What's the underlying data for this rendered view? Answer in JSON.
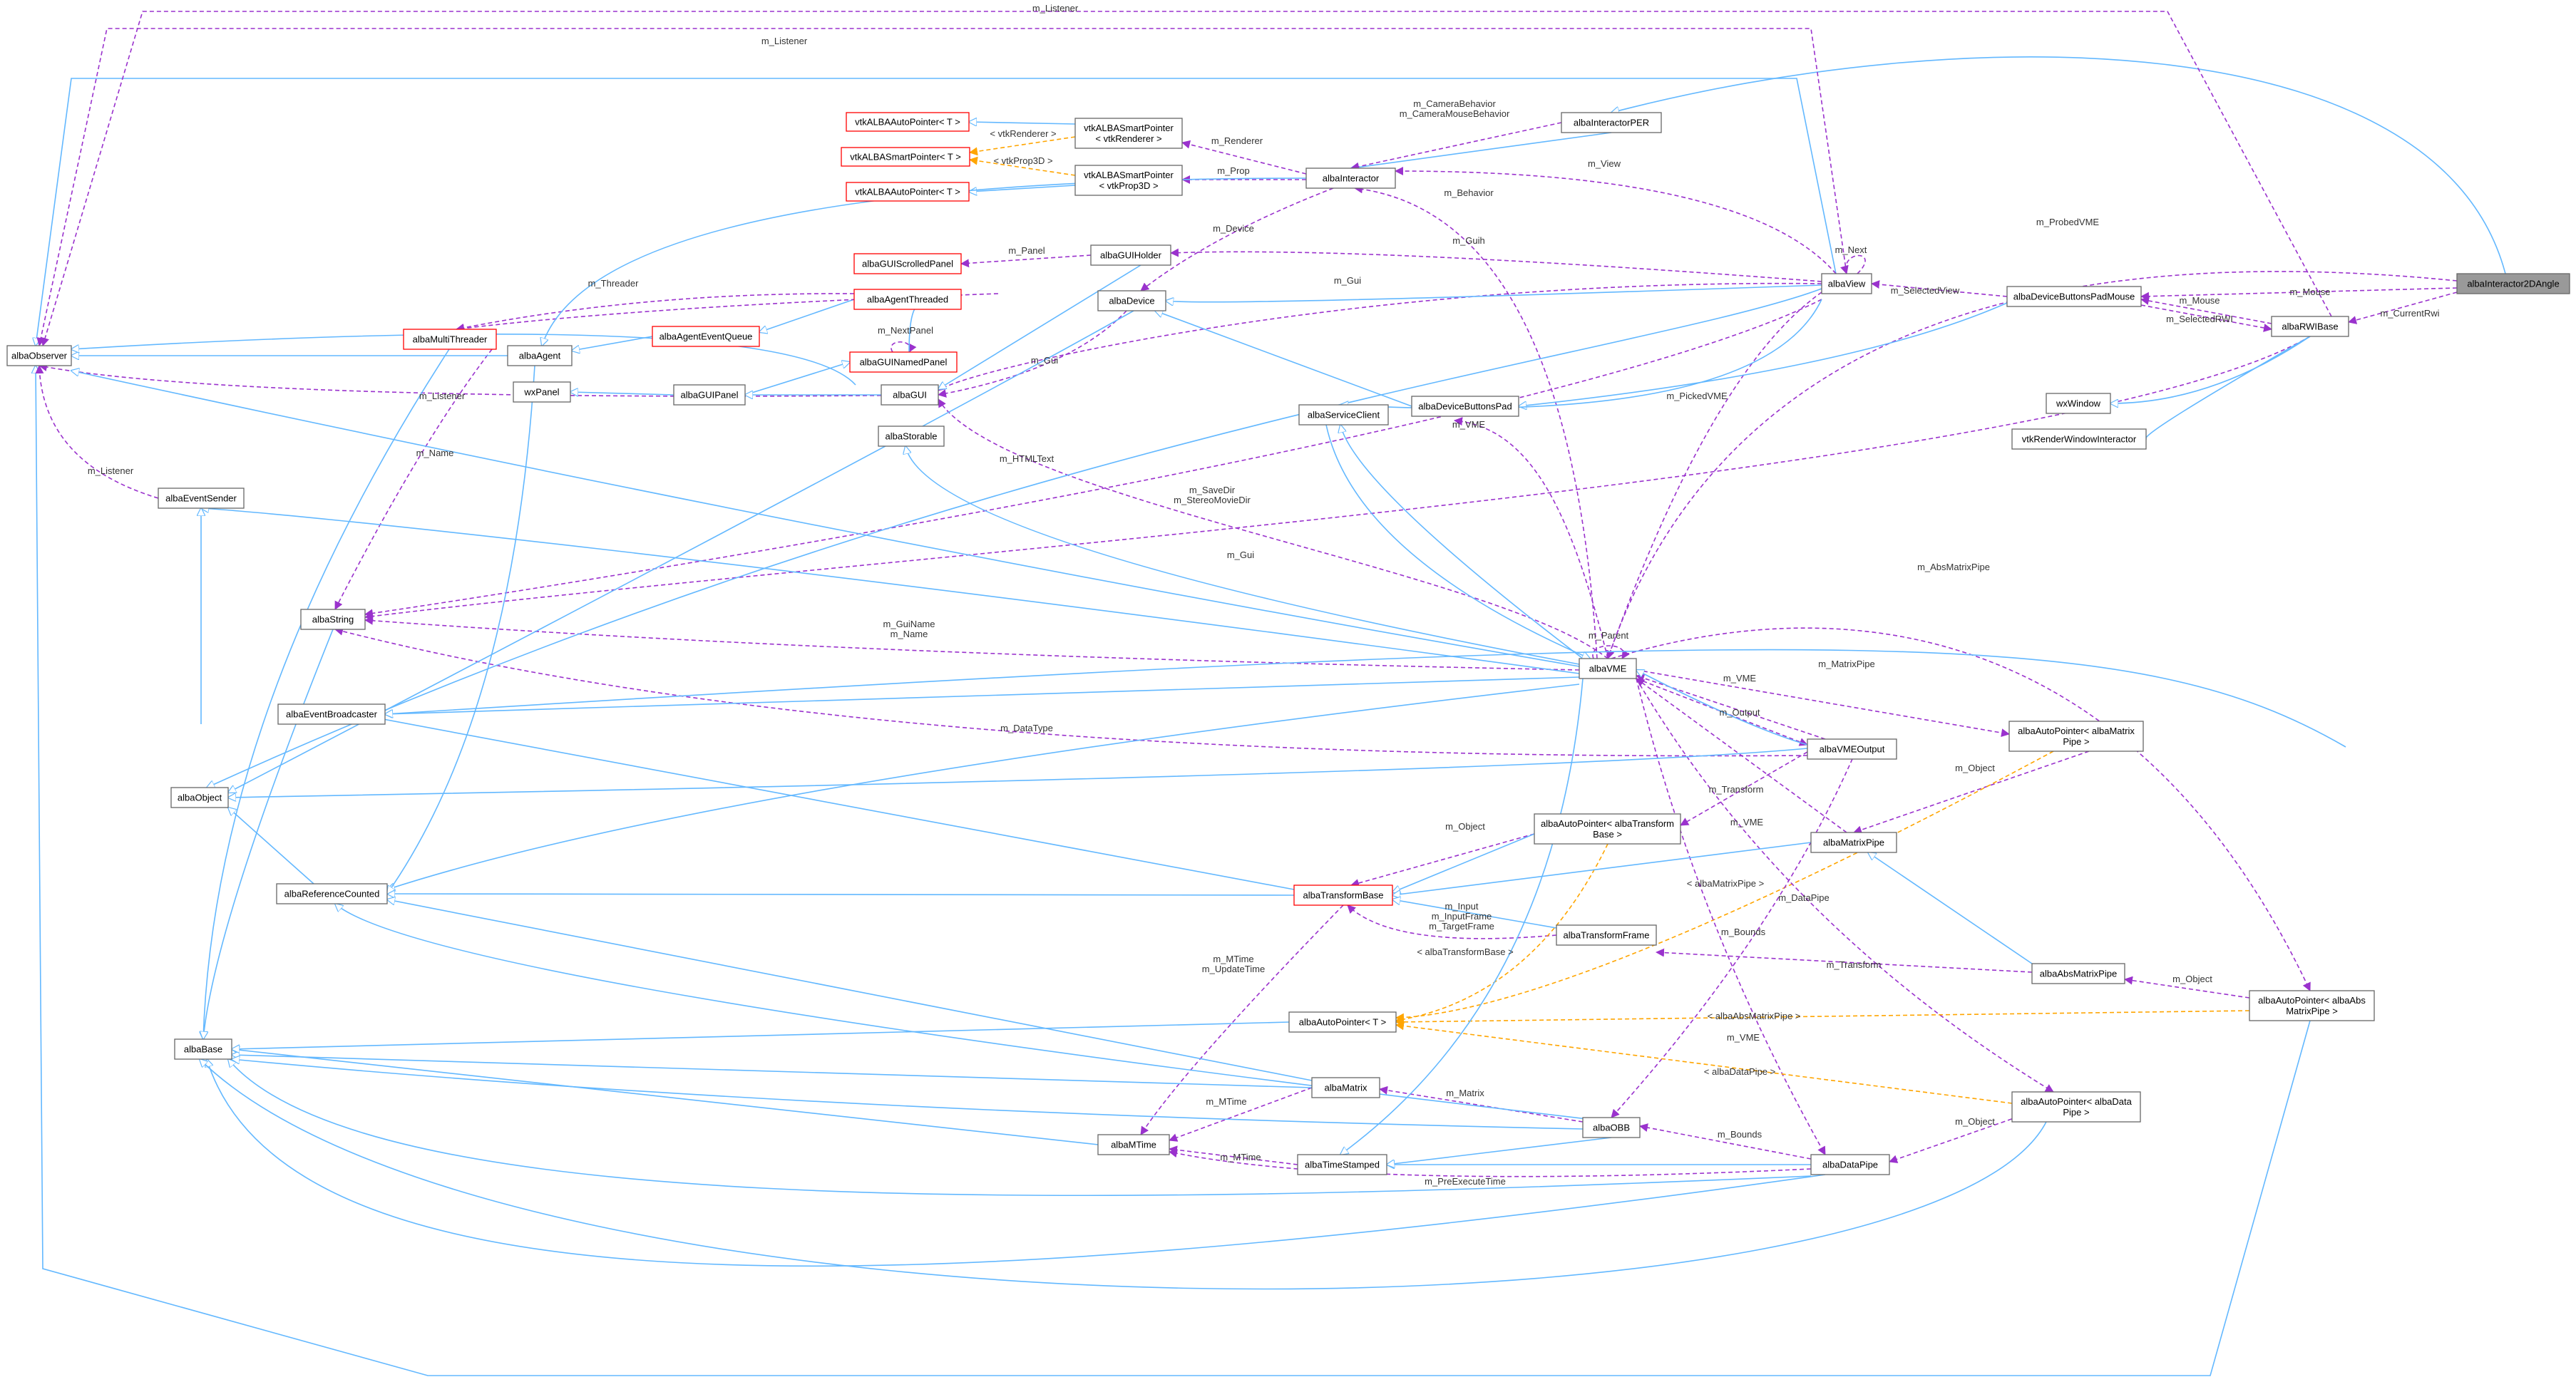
{
  "diagram": {
    "colors": {
      "inheritance": "#63b8ff",
      "usage": "#9a32cd",
      "template": "#ffa500",
      "focus_fill": "#999999",
      "incomplete_border": "#ff0000",
      "border": "#666666"
    },
    "nodes": [
      {
        "id": "albaObserver",
        "lines": [
          "albaObserver"
        ]
      },
      {
        "id": "vtkAutoT1",
        "lines": [
          "vtkALBAAutoPointer< T >"
        ],
        "incomplete": true
      },
      {
        "id": "vtkSmartT",
        "lines": [
          "vtkALBASmartPointer< T >"
        ],
        "incomplete": true
      },
      {
        "id": "vtkAutoT2",
        "lines": [
          "vtkALBAAutoPointer< T >"
        ],
        "incomplete": true
      },
      {
        "id": "vtkSmartRen",
        "lines": [
          "vtkALBASmartPointer",
          "< vtkRenderer >"
        ]
      },
      {
        "id": "vtkSmartProp",
        "lines": [
          "vtkALBASmartPointer",
          "< vtkProp3D >"
        ]
      },
      {
        "id": "albaInteractorPER",
        "lines": [
          "albaInteractorPER"
        ]
      },
      {
        "id": "albaInteractor",
        "lines": [
          "albaInteractor"
        ]
      },
      {
        "id": "albaGUIScrolledPanel",
        "lines": [
          "albaGUIScrolledPanel"
        ],
        "incomplete": true
      },
      {
        "id": "albaGUIHolder",
        "lines": [
          "albaGUIHolder"
        ]
      },
      {
        "id": "albaAgentThreaded",
        "lines": [
          "albaAgentThreaded"
        ],
        "incomplete": true
      },
      {
        "id": "albaView",
        "lines": [
          "albaView"
        ]
      },
      {
        "id": "albaInteractor2DAngle",
        "lines": [
          "albaInteractor2DAngle"
        ],
        "focus": true
      },
      {
        "id": "albaAgentEventQueue",
        "lines": [
          "albaAgentEventQueue"
        ],
        "incomplete": true
      },
      {
        "id": "albaDevice",
        "lines": [
          "albaDevice"
        ]
      },
      {
        "id": "albaDeviceButtonsPadMouse",
        "lines": [
          "albaDeviceButtonsPadMouse"
        ]
      },
      {
        "id": "albaMultiThreader",
        "lines": [
          "albaMultiThreader"
        ],
        "incomplete": true
      },
      {
        "id": "albaAgent",
        "lines": [
          "albaAgent"
        ]
      },
      {
        "id": "albaGUINamedPanel",
        "lines": [
          "albaGUINamedPanel"
        ],
        "incomplete": true
      },
      {
        "id": "albaRWIBase",
        "lines": [
          "albaRWIBase"
        ]
      },
      {
        "id": "wxPanel",
        "lines": [
          "wxPanel"
        ]
      },
      {
        "id": "albaGUIPanel",
        "lines": [
          "albaGUIPanel"
        ]
      },
      {
        "id": "albaGUI",
        "lines": [
          "albaGUI"
        ]
      },
      {
        "id": "albaDeviceButtonsPad",
        "lines": [
          "albaDeviceButtonsPad"
        ]
      },
      {
        "id": "wxWindow",
        "lines": [
          "wxWindow"
        ]
      },
      {
        "id": "albaServiceClient",
        "lines": [
          "albaServiceClient"
        ]
      },
      {
        "id": "albaStorable",
        "lines": [
          "albaStorable"
        ]
      },
      {
        "id": "vtkRenderWindowInteractor",
        "lines": [
          "vtkRenderWindowInteractor"
        ]
      },
      {
        "id": "albaEventSender",
        "lines": [
          "albaEventSender"
        ]
      },
      {
        "id": "albaString",
        "lines": [
          "albaString"
        ]
      },
      {
        "id": "albaVME",
        "lines": [
          "albaVME"
        ]
      },
      {
        "id": "albaEventBroadcaster",
        "lines": [
          "albaEventBroadcaster"
        ]
      },
      {
        "id": "albaAutoMatrixPipe",
        "lines": [
          "albaAutoPointer< albaMatrix",
          "Pipe >"
        ]
      },
      {
        "id": "albaVMEOutput",
        "lines": [
          "albaVMEOutput"
        ]
      },
      {
        "id": "albaObject",
        "lines": [
          "albaObject"
        ]
      },
      {
        "id": "albaAutoTransformBase",
        "lines": [
          "albaAutoPointer< albaTransform",
          "Base >"
        ]
      },
      {
        "id": "albaMatrixPipe",
        "lines": [
          "albaMatrixPipe"
        ]
      },
      {
        "id": "albaReferenceCounted",
        "lines": [
          "albaReferenceCounted"
        ]
      },
      {
        "id": "albaTransformBase",
        "lines": [
          "albaTransformBase"
        ],
        "incomplete": true
      },
      {
        "id": "albaTransformFrame",
        "lines": [
          "albaTransformFrame"
        ]
      },
      {
        "id": "albaAbsMatrixPipe",
        "lines": [
          "albaAbsMatrixPipe"
        ]
      },
      {
        "id": "albaAutoAbsMatrixPipe",
        "lines": [
          "albaAutoPointer< albaAbs",
          "MatrixPipe >"
        ]
      },
      {
        "id": "albaBase",
        "lines": [
          "albaBase"
        ]
      },
      {
        "id": "albaAutoPointerT",
        "lines": [
          "albaAutoPointer< T >"
        ]
      },
      {
        "id": "albaMatrix",
        "lines": [
          "albaMatrix"
        ]
      },
      {
        "id": "albaAutoDataPipe",
        "lines": [
          "albaAutoPointer< albaData",
          "Pipe >"
        ]
      },
      {
        "id": "albaOBB",
        "lines": [
          "albaOBB"
        ]
      },
      {
        "id": "albaMTime",
        "lines": [
          "albaMTime"
        ]
      },
      {
        "id": "albaTimeStamped",
        "lines": [
          "albaTimeStamped"
        ]
      },
      {
        "id": "albaDataPipe",
        "lines": [
          "albaDataPipe"
        ]
      }
    ],
    "edge_labels": [
      "m_Listener",
      "m_Listener",
      "m_CameraBehavior",
      "m_CameraMouseBehavior",
      "< vtkRenderer >",
      "m_Renderer",
      "< vtkProp3D >",
      "m_Prop",
      "m_View",
      "m_Behavior",
      "m_ProbedVME",
      "m_Device",
      "m_Panel",
      "m_Guih",
      "m_Next",
      "m_Threader",
      "m_Gui",
      "m_NextPanel",
      "m_SelectedView",
      "m_Mouse",
      "m_CurrentRwi",
      "m_Mouse",
      "m_SelectedRWI",
      "m_NextPanel",
      "m_Gui",
      "m_Listener",
      "m_PickedVME",
      "m_Name",
      "m_VME",
      "m_Gui",
      "m_Listener",
      "m_HTMLText",
      "m_SaveDir",
      "m_StereoMovieDir",
      "m_Gui",
      "m_AbsMatrixPipe",
      "m_GuiName",
      "m_Name",
      "m_Parent",
      "m_MatrixPipe",
      "m_VME",
      "m_Output",
      "m_DataType",
      "m_Object",
      "m_Transform",
      "m_Object",
      "m_VME",
      "< albaMatrixPipe >",
      "m_DataPipe",
      "m_Input",
      "m_InputFrame",
      "m_TargetFrame",
      "m_Bounds",
      "< albaTransformBase >",
      "m_Transform",
      "m_Object",
      "m_MTime",
      "m_UpdateTime",
      "< albaAbsMatrixPipe >",
      "m_VME",
      "< albaDataPipe >",
      "m_Matrix",
      "m_MTime",
      "m_Object",
      "m_Bounds",
      "m_MTime",
      "m_PreExecuteTime"
    ]
  }
}
